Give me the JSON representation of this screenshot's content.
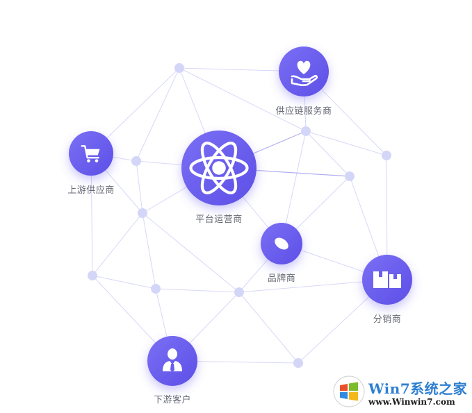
{
  "accent": "#6f63f2",
  "line_color": "#c9cbf4",
  "dot_color": "#d4d6f8",
  "nodes": [
    {
      "id": "supply-chain",
      "label": "供应链服务商",
      "icon": "heart-hand-icon"
    },
    {
      "id": "upstream",
      "label": "上游供应商",
      "icon": "shopping-cart-icon"
    },
    {
      "id": "platform",
      "label": "平台运营商",
      "icon": "atom-icon"
    },
    {
      "id": "brand",
      "label": "品牌商",
      "icon": "leaf-icon"
    },
    {
      "id": "distributor",
      "label": "分销商",
      "icon": "boxes-icon"
    },
    {
      "id": "customer",
      "label": "下游客户",
      "icon": "person-tie-icon"
    }
  ],
  "watermark": {
    "title": "Win7系统之家",
    "url": "www.Winwin7.com"
  }
}
